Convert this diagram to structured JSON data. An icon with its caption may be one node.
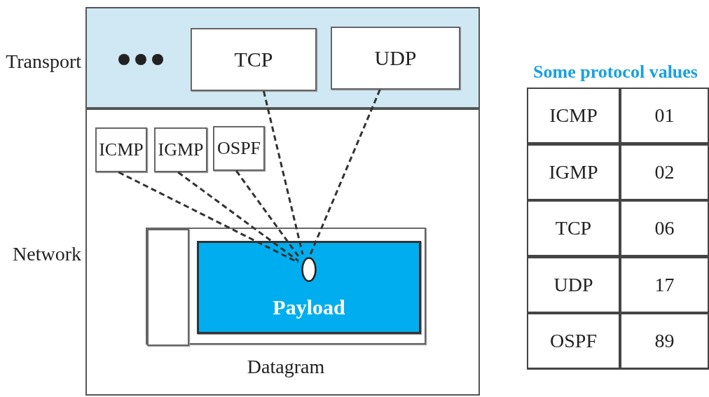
{
  "diagram": {
    "nodes": [
      {
        "text": [
          "Transport"
        ]
      },
      {
        "text": [
          "TCP"
        ],
        "in": 0
      },
      {
        "text": [
          "UDP"
        ],
        "in": 0
      },
      {
        "text": [
          "Network"
        ]
      },
      {
        "text": [
          "ICMP"
        ],
        "in": 3
      },
      {
        "text": [
          "IGMP"
        ],
        "in": 3
      },
      {
        "text": [
          "OSPF"
        ],
        "in": 3
      },
      {
        "text": [],
        "shape": "box",
        "in": 3,
        "beside": [
          "Datagram"
        ]
      },
      {
        "text": [],
        "shape": "box",
        "in": 7
      },
      {
        "text": [
          "Payload"
        ],
        "in": 7
      },
      {
        "text": [],
        "shape": "circle",
        "in": 9
      }
    ],
    "edges": [
      {
        "from": 4,
        "to": 10,
        "arrow": "none",
        "style": "dashed"
      },
      {
        "from": 5,
        "to": 10,
        "arrow": "none",
        "style": "dashed"
      },
      {
        "from": 6,
        "to": 10,
        "arrow": "none",
        "style": "dashed"
      },
      {
        "from": 1,
        "to": 10,
        "arrow": "none",
        "style": "dashed"
      },
      {
        "from": 2,
        "to": 10,
        "arrow": "none",
        "style": "dashed"
      }
    ],
    "labels": [
      "Some protocol values",
      "ICMP",
      "01",
      "IGMP",
      "02",
      "TCP",
      "06",
      "UDP",
      "17",
      "OSPF",
      "89"
    ]
  }
}
